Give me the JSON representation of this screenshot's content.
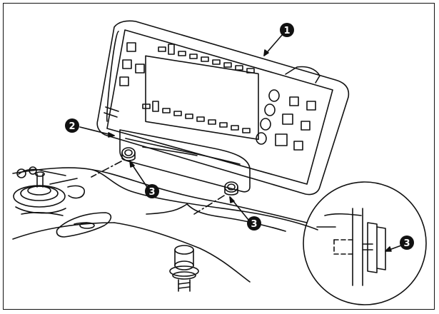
{
  "callouts": {
    "panel": "1",
    "bracket": "2",
    "screw_left": "3",
    "screw_right": "3",
    "screw_detail": "3"
  },
  "colors": {
    "ink": "#111111",
    "paper": "#ffffff",
    "callout_fill": "#111111",
    "callout_text": "#ffffff"
  }
}
